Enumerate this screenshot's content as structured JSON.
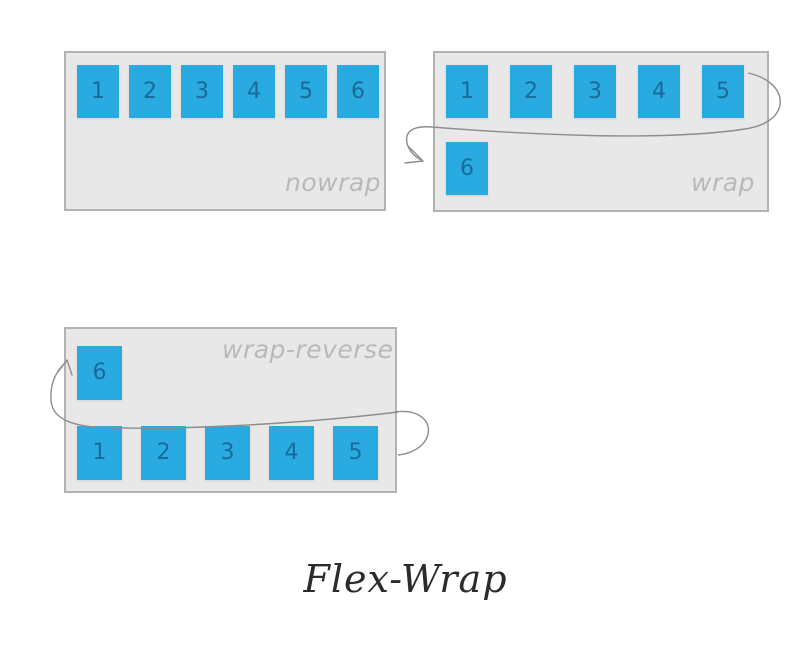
{
  "diagram": {
    "title": "Flex-Wrap",
    "colors": {
      "item_fill": "#29abe2",
      "item_text": "#1a6a99",
      "container_fill": "#e8e8e8",
      "container_border": "#b3b3b3",
      "label_text": "#b9b9b9",
      "arrow": "#8d8d8d",
      "title_text": "#2b2b2b",
      "background": "#ffffff"
    },
    "panels": [
      {
        "name": "nowrap",
        "label": "nowrap",
        "rows": [
          {
            "items": [
              "1",
              "2",
              "3",
              "4",
              "5",
              "6"
            ]
          }
        ],
        "has_arrow": false
      },
      {
        "name": "wrap",
        "label": "wrap",
        "rows": [
          {
            "items": [
              "1",
              "2",
              "3",
              "4",
              "5"
            ]
          },
          {
            "items": [
              "6"
            ]
          }
        ],
        "has_arrow": true
      },
      {
        "name": "wrap-reverse",
        "label": "wrap-reverse",
        "rows": [
          {
            "items": [
              "6"
            ]
          },
          {
            "items": [
              "1",
              "2",
              "3",
              "4",
              "5"
            ]
          }
        ],
        "has_arrow": true
      }
    ]
  }
}
